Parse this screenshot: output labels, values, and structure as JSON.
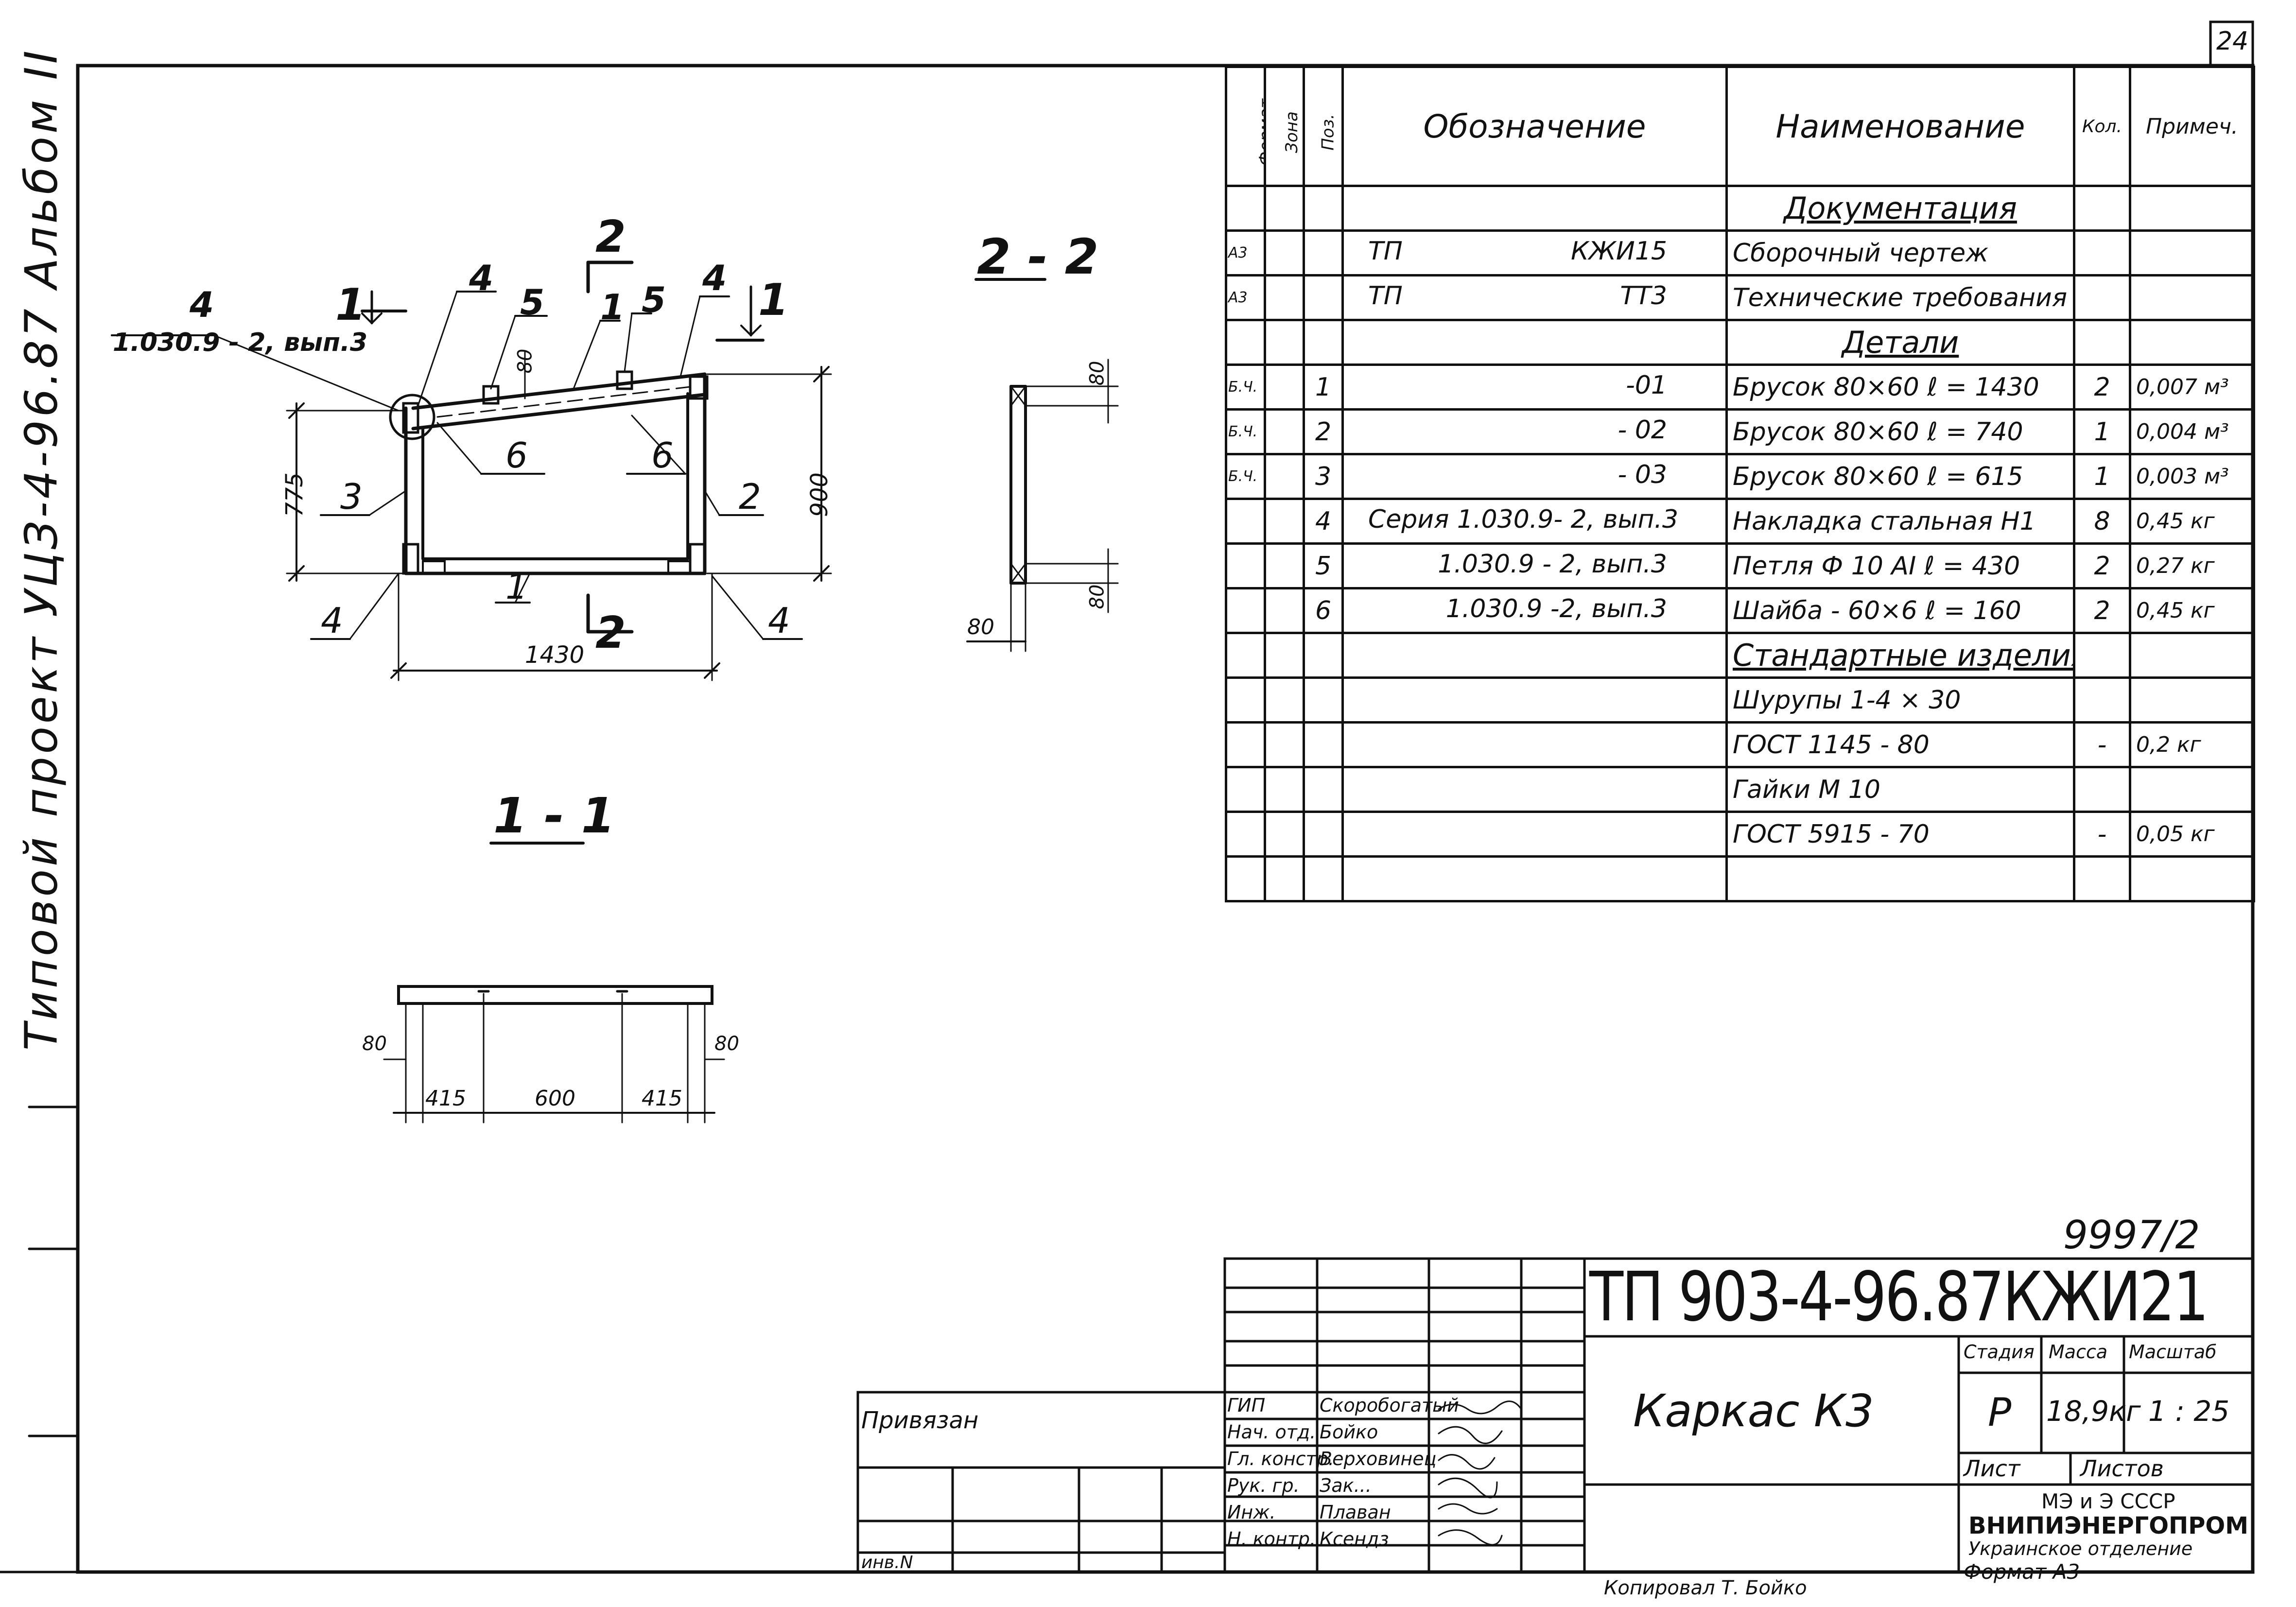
{
  "sheet_number": "24",
  "side_label": "Типовой проект УЦЗ-4-96.87 Альбом II",
  "sections": {
    "s11": "1 - 1",
    "s22": "2 - 2"
  },
  "main_view": {
    "cut_mark": "2",
    "cut_mark_bottom": "2",
    "section_mark": "1",
    "section_mark_right": "1",
    "callout_ref_num": "4",
    "callout_ref_text": "1.030.9 - 2, вып.3",
    "dim_width": "1430",
    "dim_height_left": "775",
    "dim_height_right": "900",
    "dim_small": "80",
    "pos": [
      "4",
      "5",
      "1",
      "5",
      "4",
      "6",
      "6",
      "3",
      "2",
      "1",
      "4",
      "4"
    ]
  },
  "section22": {
    "dim_top": "80",
    "dim_bottom": "80",
    "dim_width": "80"
  },
  "section11": {
    "dim_left": "80",
    "dim_right": "80",
    "d1": "415",
    "d2": "600",
    "d3": "415"
  },
  "spec": {
    "headers": {
      "format": "Формат",
      "zone": "Зона",
      "pos": "Поз.",
      "designation": "Обозначение",
      "name": "Наименование",
      "qty": "Кол.",
      "note": "Примеч."
    },
    "rows": [
      {
        "format": "",
        "pos": "",
        "des_l": "",
        "des_r": "",
        "name": "Документация",
        "qty": "",
        "note": "",
        "type": "section"
      },
      {
        "format": "А3",
        "pos": "",
        "des_l": "ТП",
        "des_r": "КЖИ15",
        "name": "Сборочный   чертеж",
        "qty": "",
        "note": ""
      },
      {
        "format": "А3",
        "pos": "",
        "des_l": "ТП",
        "des_r": "ТТ3",
        "name": "Технические  требования",
        "qty": "",
        "note": ""
      },
      {
        "format": "",
        "pos": "",
        "des_l": "",
        "des_r": "",
        "name": "Детали",
        "qty": "",
        "note": "",
        "type": "section"
      },
      {
        "format": "Б.Ч.",
        "pos": "1",
        "des_l": "",
        "des_r": "-01",
        "name": "Брусок   80×60   ℓ = 1430",
        "qty": "2",
        "note": "0,007 м³"
      },
      {
        "format": "Б.Ч.",
        "pos": "2",
        "des_l": "",
        "des_r": "- 02",
        "name": "Брусок  80×60  ℓ = 740",
        "qty": "1",
        "note": "0,004 м³"
      },
      {
        "format": "Б.Ч.",
        "pos": "3",
        "des_l": "",
        "des_r": "- 03",
        "name": "Брусок  80×60  ℓ = 615",
        "qty": "1",
        "note": "0,003 м³"
      },
      {
        "format": "",
        "pos": "4",
        "des_l": "Серия  1.030.9- 2,  вып.3",
        "des_r": "",
        "name": "Накладка  стальная  Н1",
        "qty": "8",
        "note": "0,45 кг"
      },
      {
        "format": "",
        "pos": "5",
        "des_l": "",
        "des_r": "1.030.9 - 2,  вып.3",
        "name": "Петля  Ф 10 АI   ℓ = 430",
        "qty": "2",
        "note": "0,27 кг"
      },
      {
        "format": "",
        "pos": "6",
        "des_l": "",
        "des_r": "1.030.9  -2,  вып.3",
        "name": "Шайба  - 60×6   ℓ = 160",
        "qty": "2",
        "note": "0,45 кг"
      },
      {
        "format": "",
        "pos": "",
        "des_l": "",
        "des_r": "",
        "name": "Стандартные  изделия",
        "qty": "",
        "note": "",
        "type": "section"
      },
      {
        "format": "",
        "pos": "",
        "des_l": "",
        "des_r": "",
        "name": "Шурупы   1-4 × 30",
        "qty": "",
        "note": ""
      },
      {
        "format": "",
        "pos": "",
        "des_l": "",
        "des_r": "",
        "name": "   ГОСТ  1145 - 80",
        "qty": "-",
        "note": "0,2  кг"
      },
      {
        "format": "",
        "pos": "",
        "des_l": "",
        "des_r": "",
        "name": "   Гайки    М 10",
        "qty": "",
        "note": ""
      },
      {
        "format": "",
        "pos": "",
        "des_l": "",
        "des_r": "",
        "name": "   ГОСТ   5915 - 70",
        "qty": "-",
        "note": "0,05 кг"
      },
      {
        "format": "",
        "pos": "",
        "des_l": "",
        "des_r": "",
        "name": "",
        "qty": "",
        "note": ""
      }
    ]
  },
  "title_block": {
    "inv_number": "9997/2",
    "code": "ТП 903-4-96.87КЖИ21",
    "title": "Каркас    К3",
    "stage_label": "Стадия",
    "mass_label": "Масса",
    "scale_label": "Масштаб",
    "stage": "Р",
    "mass": "18,9кг",
    "scale": "1 : 25",
    "sheet_label": "Лист",
    "sheets_label": "Листов",
    "org1": "МЭ и Э СССР",
    "org2": "ВНИПИЭНЕРГОПРОМ",
    "org3": "Украинское отделение",
    "privyazan": "Привязан",
    "inv_label": "инв.N",
    "roles": [
      {
        "role": "ГИП",
        "name": "Скоробогатый"
      },
      {
        "role": "Нач. отд.",
        "name": "Бойко"
      },
      {
        "role": "Гл. констр.",
        "name": "Верховинец"
      },
      {
        "role": "Рук. гр.",
        "name": "Зак..."
      },
      {
        "role": "Инж.",
        "name": "Плаван"
      },
      {
        "role": "Н. контр.",
        "name": "Ксендз"
      }
    ]
  },
  "footer": {
    "copied": "Копировал  Т. Бойко",
    "format": "Формат  А3"
  }
}
